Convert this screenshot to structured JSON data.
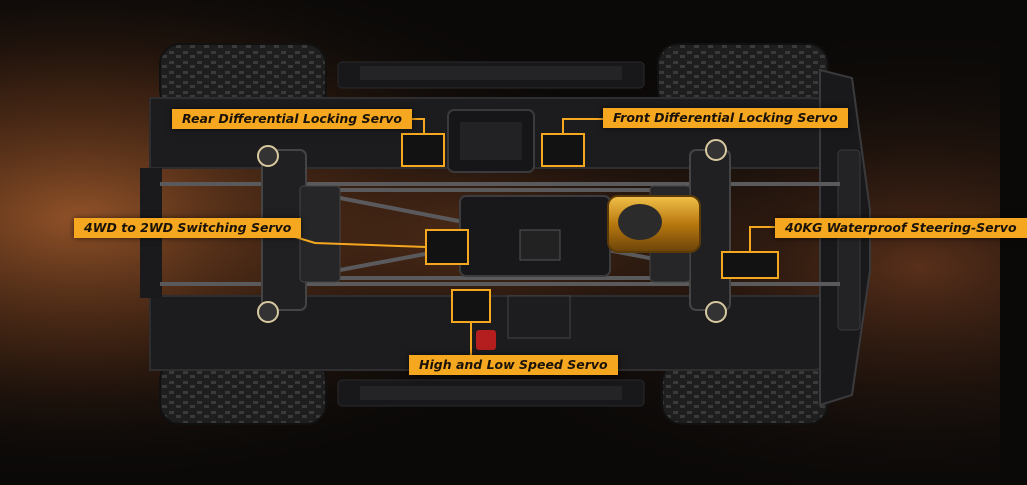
{
  "colors": {
    "accent": "#f4a71f",
    "background": "#0b0908",
    "chassis": "#1c1c1e",
    "rock": "#8a4a26",
    "tire": "#2a2a2a",
    "motor": "#d4951c"
  },
  "callouts": [
    {
      "id": "rear-diff",
      "text": "Rear Differential Locking Servo"
    },
    {
      "id": "front-diff",
      "text": "Front Differential Locking Servo"
    },
    {
      "id": "switch-4wd",
      "text": "4WD to 2WD Switching Servo"
    },
    {
      "id": "steering",
      "text": "40KG Waterproof Steering-Servo"
    },
    {
      "id": "speed",
      "text": "High and Low Speed Servo"
    }
  ]
}
